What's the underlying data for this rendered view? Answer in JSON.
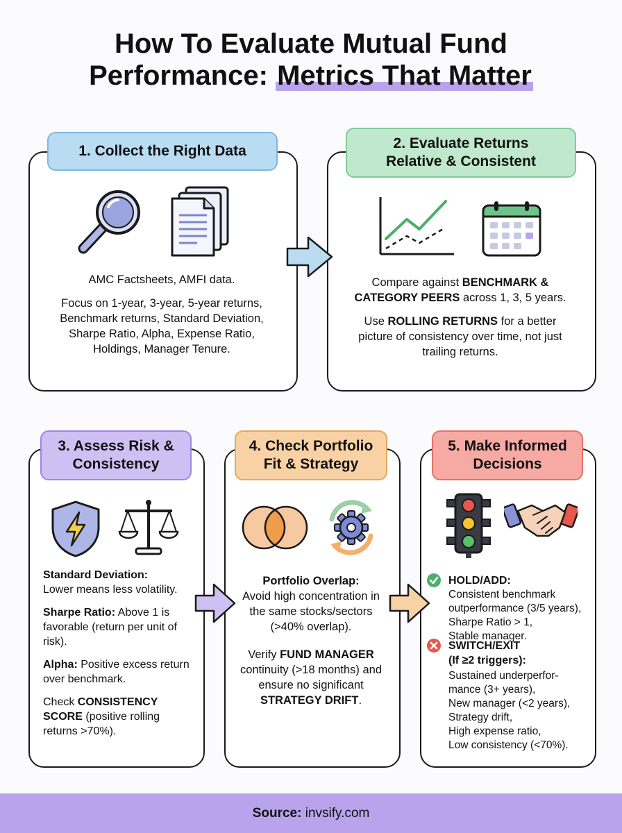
{
  "title": {
    "line1": "How To Evaluate Mutual Fund",
    "line2_start": "Performance: ",
    "line2_highlight": "Metrics That Matter"
  },
  "colors": {
    "blue": "#b9dcf3",
    "green": "#bfe8cc",
    "purple": "#cfc0f3",
    "orange": "#f8d2a4",
    "red": "#f6aaa3",
    "footer": "#b9a3ec"
  },
  "step1": {
    "title": "1. Collect the Right Data",
    "icons": [
      "magnifier-icon",
      "documents-icon"
    ],
    "p1": "AMC Factsheets, AMFI data.",
    "p2": "Focus on 1-year, 3-year, 5-year returns, Benchmark returns, Standard Deviation, Sharpe Ratio, Alpha, Expense Ratio, Holdings, Manager Tenure."
  },
  "step2": {
    "title_l1": "2. Evaluate Returns",
    "title_l2": "Relative & Consistent",
    "icons": [
      "line-chart-icon",
      "calendar-icon"
    ],
    "p1_a": "Compare against ",
    "p1_b": "BENCHMARK & CATEGORY PEERS",
    "p1_c": " across 1, 3, 5 years.",
    "p2_a": "Use ",
    "p2_b": "ROLLING RETURNS",
    "p2_c": " for a better picture of consistency over time, not just trailing returns."
  },
  "step3": {
    "title_l1": "3. Assess Risk &",
    "title_l2": "Consistency",
    "icons": [
      "shield-bolt-icon",
      "scales-icon"
    ],
    "sd_label": "Standard Deviation:",
    "sd_text": "Lower means less volatility.",
    "sharpe_label": "Sharpe Ratio:",
    "sharpe_text": " Above 1 is favorable (return per unit of risk).",
    "alpha_label": "Alpha:",
    "alpha_text": " Positive excess return over benchmark.",
    "cons_a": "Check ",
    "cons_b": "CONSISTENCY SCORE",
    "cons_c": " (positive rolling returns >70%)."
  },
  "step4": {
    "title_l1": "4. Check Portfolio",
    "title_l2": "Fit & Strategy",
    "icons": [
      "venn-overlap-icon",
      "gear-cycle-icon"
    ],
    "overlap_label": "Portfolio Overlap:",
    "overlap_text": "Avoid high concentration in the same stocks/sectors (>40% overlap).",
    "v_a": "Verify ",
    "v_b": "FUND MANAGER",
    "v_c": " continuity (>18 months) and ensure no significant ",
    "v_d": "STRATEGY DRIFT",
    "v_e": "."
  },
  "step5": {
    "title_l1": "5. Make Informed",
    "title_l2": "Decisions",
    "icons": [
      "traffic-light-icon",
      "handshake-icon"
    ],
    "hold_title": "HOLD/ADD:",
    "hold_lines": [
      "Consistent benchmark",
      "outperformance (3/5 years),",
      "Sharpe Ratio > 1,",
      "Stable manager."
    ],
    "exit_title": "SWITCH/EXIT",
    "exit_sub": "(If ≥2 triggers):",
    "exit_lines": [
      "Sustained underperfor-",
      "mance (3+ years),",
      "New manager (<2 years),",
      "Strategy drift,",
      "High expense ratio,",
      "Low consistency (<70%)."
    ]
  },
  "footer": {
    "label": "Source:",
    "value": " invsify.com"
  }
}
